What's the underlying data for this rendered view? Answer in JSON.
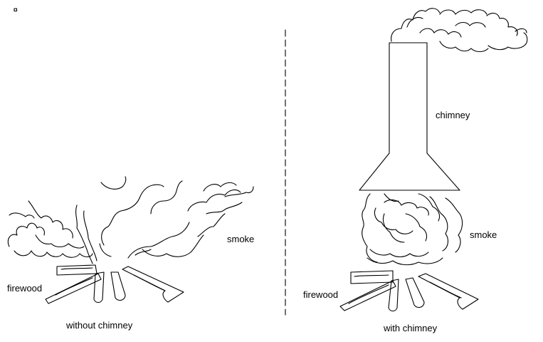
{
  "labels": {
    "left_smoke": "smoke",
    "left_firewood": "firewood",
    "left_caption": "without chimney",
    "right_chimney": "chimney",
    "right_smoke": "smoke",
    "right_firewood": "firewood",
    "right_caption": "with chimney"
  },
  "colors": {
    "ink": "#000000",
    "background": "#ffffff"
  }
}
